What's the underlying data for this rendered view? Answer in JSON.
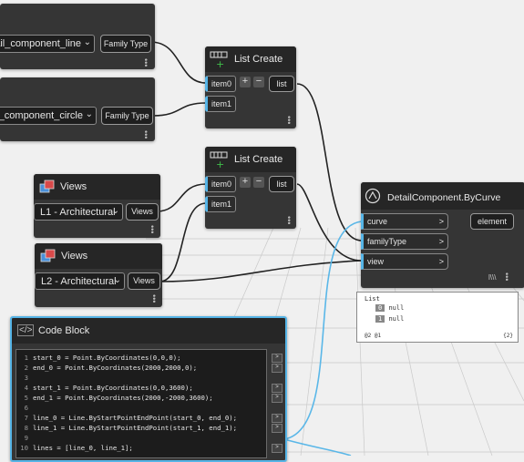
{
  "nodes": {
    "family_line": {
      "value": "ail_component_line",
      "output": "Family Type"
    },
    "family_circle": {
      "value": "il_component_circle",
      "output": "Family Type"
    },
    "list_create_1": {
      "title": "List Create",
      "inputs": [
        "item0",
        "item1"
      ],
      "output": "list"
    },
    "list_create_2": {
      "title": "List Create",
      "inputs": [
        "item0",
        "item1"
      ],
      "output": "list"
    },
    "views_1": {
      "title": "Views",
      "value": "L1 - Architectural",
      "output": "Views"
    },
    "views_2": {
      "title": "Views",
      "value": "L2 - Architectural",
      "output": "Views"
    },
    "detail_component": {
      "title": "DetailComponent.ByCurve",
      "inputs": [
        "curve",
        "familyType",
        "view"
      ],
      "output": "element",
      "lacing": "l\\\\\\",
      "preview": {
        "label": "List",
        "items": [
          {
            "index": "0",
            "value": "null"
          },
          {
            "index": "1",
            "value": "null"
          }
        ],
        "footer_left": "@2 @1",
        "footer_right": "{2}"
      }
    },
    "code_block": {
      "title": "Code Block",
      "lines": [
        {
          "n": "1",
          "text": "start_0 = Point.ByCoordinates(0,0,0);"
        },
        {
          "n": "2",
          "text": "end_0 = Point.ByCoordinates(2000,2000,0);"
        },
        {
          "n": "3",
          "text": ""
        },
        {
          "n": "4",
          "text": "start_1 = Point.ByCoordinates(0,0,3600);"
        },
        {
          "n": "5",
          "text": "end_1 = Point.ByCoordinates(2000,-2000,3600);"
        },
        {
          "n": "6",
          "text": ""
        },
        {
          "n": "7",
          "text": "line_0 = Line.ByStartPointEndPoint(start_0, end_0);"
        },
        {
          "n": "8",
          "text": "line_1 = Line.ByStartPointEndPoint(start_1, end_1);"
        },
        {
          "n": "9",
          "text": ""
        },
        {
          "n": "10",
          "text": "lines = [line_0, line_1];"
        }
      ]
    }
  },
  "icons": {
    "plus": "+",
    "minus": "−",
    "chevron": "⌄",
    "arrow": ">",
    "menu": "⋮",
    "code": "</>",
    "views": "views-icon",
    "list": "list-create-icon",
    "node": "detail-component-icon"
  },
  "colors": {
    "accent": "#55b4e6",
    "node_bg": "#353535",
    "header_bg": "#262626",
    "canvas": "#f0f0f0"
  }
}
